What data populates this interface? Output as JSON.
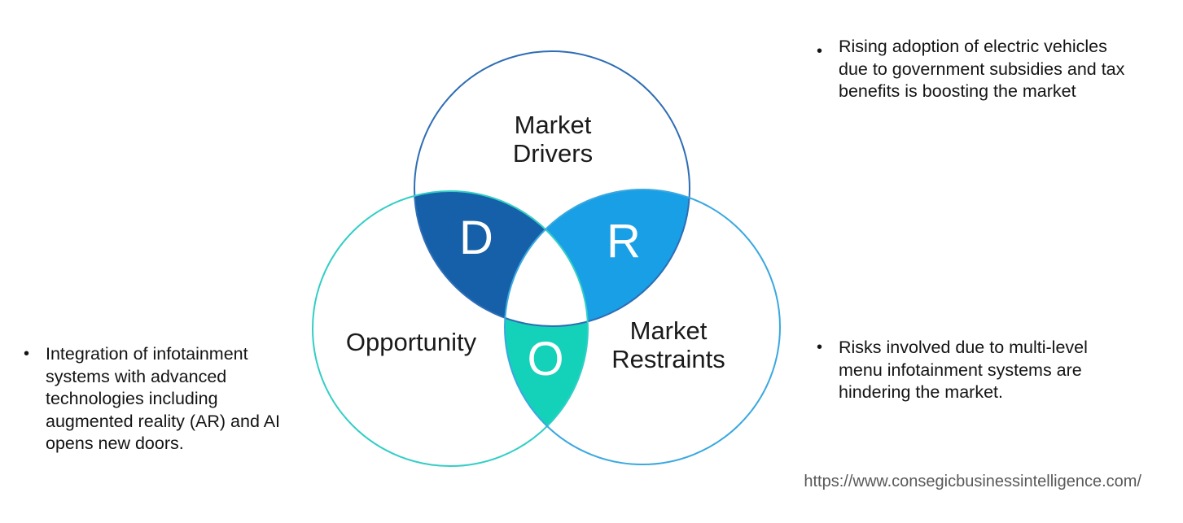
{
  "venn": {
    "drivers": {
      "label": "Market\nDrivers",
      "letter": "D",
      "fill": "#1560A8",
      "stroke": "#2E6DB5"
    },
    "restraints": {
      "label": "Market\nRestraints",
      "letter": "R",
      "fill": "#189FE6",
      "stroke": "#3AA8E0"
    },
    "opportunity": {
      "label": "Opportunity",
      "letter": "O",
      "fill": "#14D2B9",
      "stroke": "#33CEC5"
    },
    "center_fill": "#FFFFFF"
  },
  "notes": {
    "driver_note": {
      "bullet": "•",
      "text": "Rising adoption of electric vehicles\ndue to government subsidies and tax\nbenefits is boosting the market"
    },
    "opportunity_note": {
      "bullet": "•",
      "text": "Integration of infotainment\nsystems with advanced\ntechnologies including\naugmented reality (AR) and AI\nopens new doors."
    },
    "restraint_note": {
      "bullet": "•",
      "text": "Risks involved due to multi-level\nmenu infotainment systems are\nhindering the market."
    }
  },
  "footer": {
    "url": "https://www.consegicbusinessintelligence.com/"
  }
}
